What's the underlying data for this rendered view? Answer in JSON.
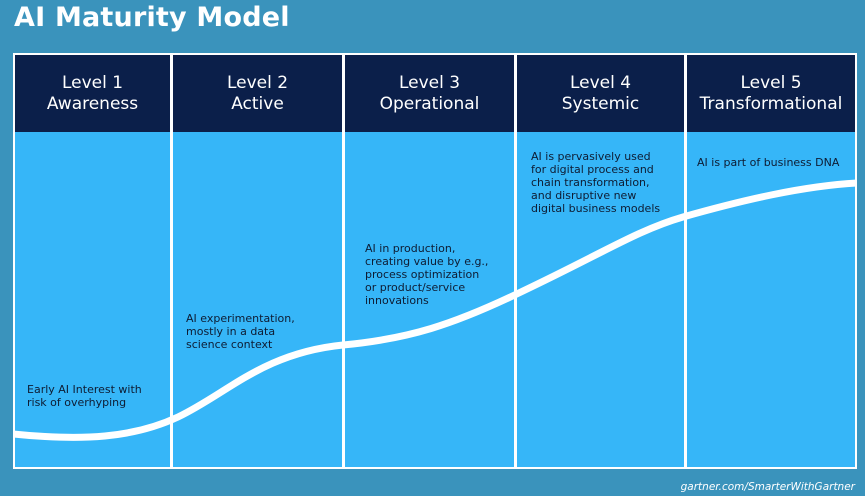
{
  "title": "AI Maturity Model",
  "levels": [
    {
      "name": "Level 1",
      "label": "Awareness",
      "desc": [
        "Early AI Interest with",
        "risk of overhyping"
      ]
    },
    {
      "name": "Level 2",
      "label": "Active",
      "desc": [
        "AI experimentation,",
        "mostly in a data",
        "science context"
      ]
    },
    {
      "name": "Level 3",
      "label": "Operational",
      "desc": [
        "AI in production,",
        "creating value by e.g.,",
        "process  optimization",
        "or product/service",
        "innovations"
      ]
    },
    {
      "name": "Level 4",
      "label": "Systemic",
      "desc": [
        "AI is pervasively used",
        "for  digital process  and",
        "chain transformation,",
        "and disruptive new",
        "digital business models"
      ]
    },
    {
      "name": "Level 5",
      "label": "Transformational",
      "desc": [
        "AI is part  of business DNA"
      ]
    }
  ],
  "footer": "gartner.com/SmarterWithGartner",
  "colors": {
    "background": "#3a93bc",
    "header": "#0b1f4a",
    "cell": "#36b6f8",
    "curve": "#ffffff"
  }
}
